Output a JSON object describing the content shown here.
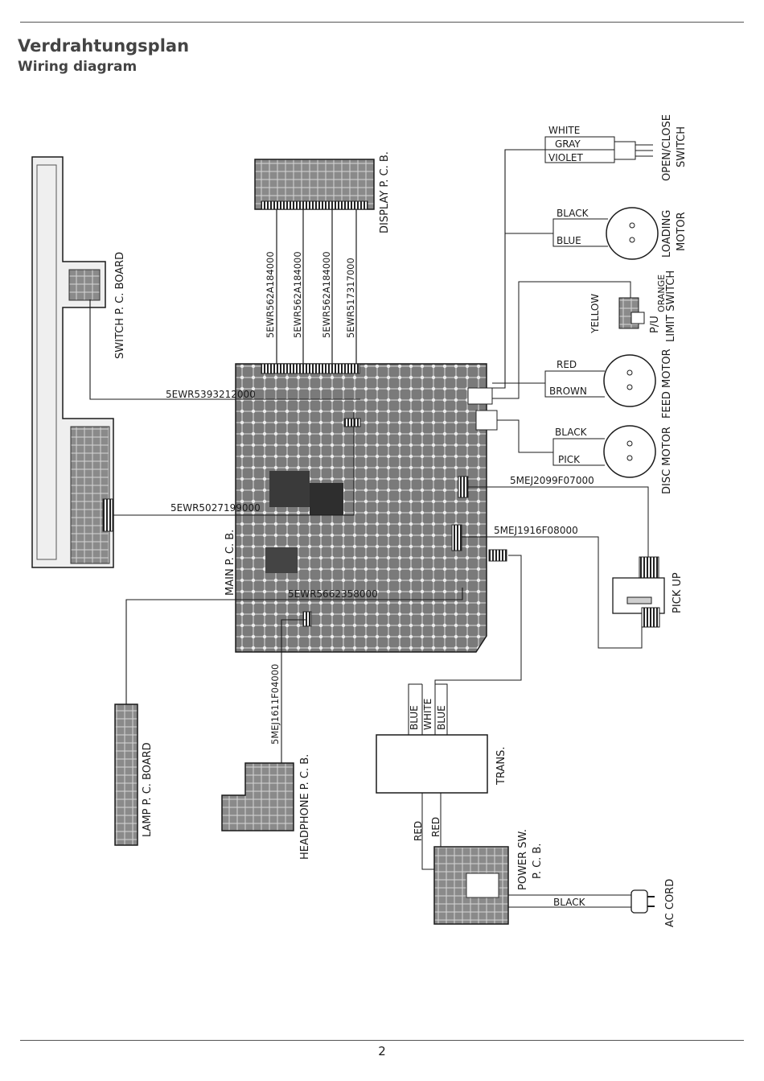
{
  "header": {
    "title_de": "Verdrahtungsplan",
    "title_en": "Wiring diagram"
  },
  "footer": {
    "page_number": "2"
  },
  "diagram": {
    "boards": {
      "switch": "SWITCH P. C. BOARD",
      "display": "DISPLAY P. C. B.",
      "main": "MAIN P. C. B.",
      "lamp": "LAMP P. C. BOARD",
      "headphone": "HEADPHONE P. C. B.",
      "trans": "TRANS.",
      "power_sw": "POWER SW.",
      "power_pcb": "P. C. B.",
      "ac_cord": "AC CORD"
    },
    "devices": {
      "open_close": "OPEN/CLOSE",
      "open_close_2": "SWITCH",
      "loading": "LOADING",
      "loading_2": "MOTOR",
      "pu_limit": "P/U",
      "pu_limit_2": "LIMIT SWITCH",
      "feed": "FEED MOTOR",
      "disc": "DISC MOTOR",
      "pickup": "PICK UP"
    },
    "cables": {
      "c1": "5EWR562A184000",
      "c2": "5EWR562A184000",
      "c3": "5EWR562A184000",
      "c4": "5EWR517317000",
      "switch_cable": "5EWR5393212000",
      "switch_cable_2": "5EWR5027199000",
      "lamp_cable": "5EWR5662358000",
      "headphone_cable": "5MEJ1611F04000",
      "pickup_cable_1": "5MEJ2099F07000",
      "pickup_cable_2": "5MEJ1916F08000"
    },
    "wires": {
      "white": "WHITE",
      "gray": "GRAY",
      "violet": "VIOLET",
      "black_loading": "BLACK",
      "blue_loading": "BLUE",
      "yellow": "YELLOW",
      "orange": "ORANGE",
      "red_feed": "RED",
      "brown_feed": "BROWN",
      "black_disc": "BLACK",
      "pick_disc": "PICK",
      "trans_blue_1": "BLUE",
      "trans_white": "WHITE",
      "trans_blue_2": "BLUE",
      "red_1": "RED",
      "red_2": "RED",
      "black_ac": "BLACK"
    }
  },
  "colors": {
    "ink": "#1a1a1a",
    "board": "#6e6e6e",
    "board_light": "#9a9a9a"
  }
}
